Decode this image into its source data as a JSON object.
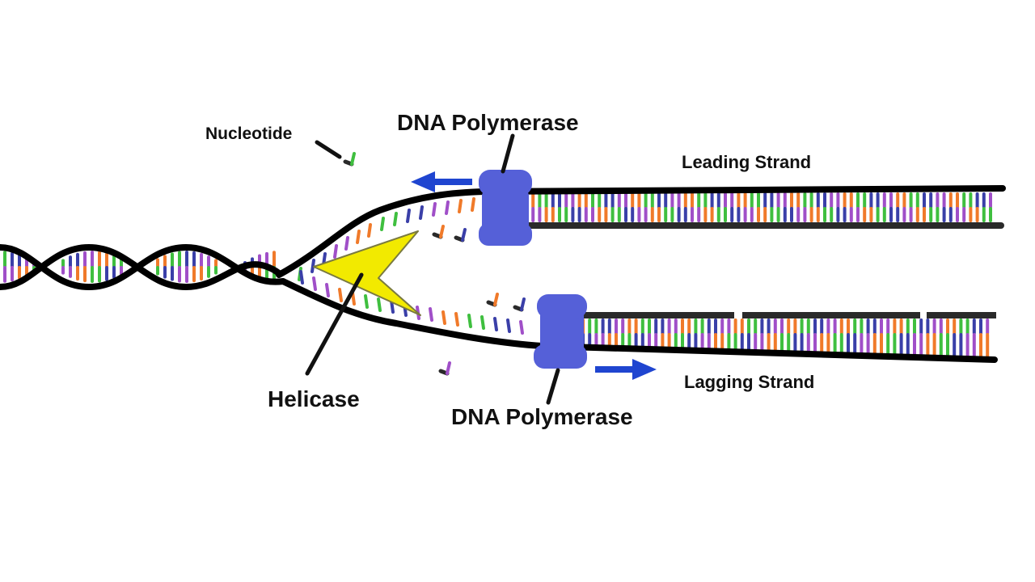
{
  "labels": {
    "nucleotide": "Nucleotide",
    "polymerase_top": "DNA Polymerase",
    "leading_strand": "Leading Strand",
    "helicase": "Helicase",
    "lagging_strand": "Lagging Strand",
    "polymerase_bottom": "DNA Polymerase"
  },
  "colors": {
    "backbone": "#000000",
    "new_strand": "#2a2a2a",
    "polymerase": "#5560d8",
    "polymerase_dark": "#3a46b8",
    "helicase": "#f2ea00",
    "arrow": "#1f45d0",
    "bases": [
      "#3fbf3f",
      "#f07a2a",
      "#a04fc8",
      "#3a3fa8"
    ]
  },
  "icons": {
    "helicase": "helicase-wedge-icon",
    "polymerase": "polymerase-enzyme-icon",
    "nucleotide": "free-nucleotide-icon",
    "arrow": "direction-arrow-icon"
  }
}
